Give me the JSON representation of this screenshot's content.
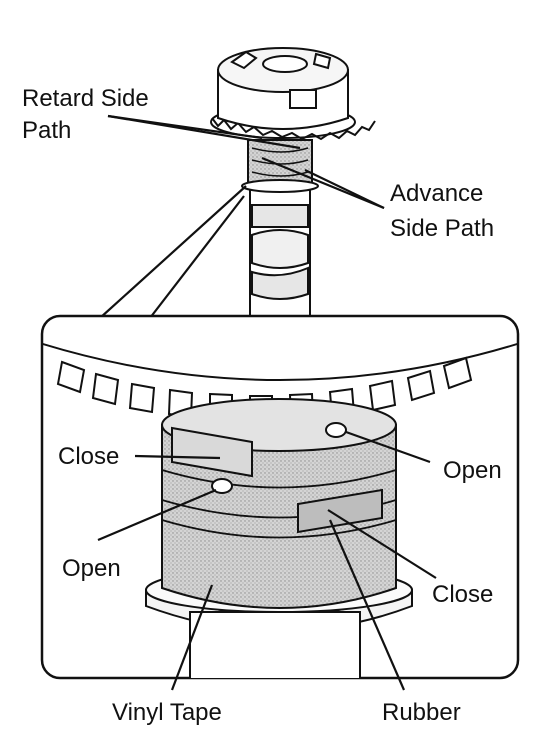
{
  "labels": {
    "retard_line1": "Retard Side",
    "retard_line2": "Path",
    "advance_line1": "Advance",
    "advance_line2": "Side Path",
    "close_left": "Close",
    "open_right": "Open",
    "open_left": "Open",
    "close_right": "Close",
    "vinyl_tape": "Vinyl Tape",
    "rubber": "Rubber"
  },
  "colors": {
    "line": "#111111",
    "tape_fill": "#cfcfcf",
    "light_fill": "#f2f2f2",
    "background": "#ffffff"
  }
}
